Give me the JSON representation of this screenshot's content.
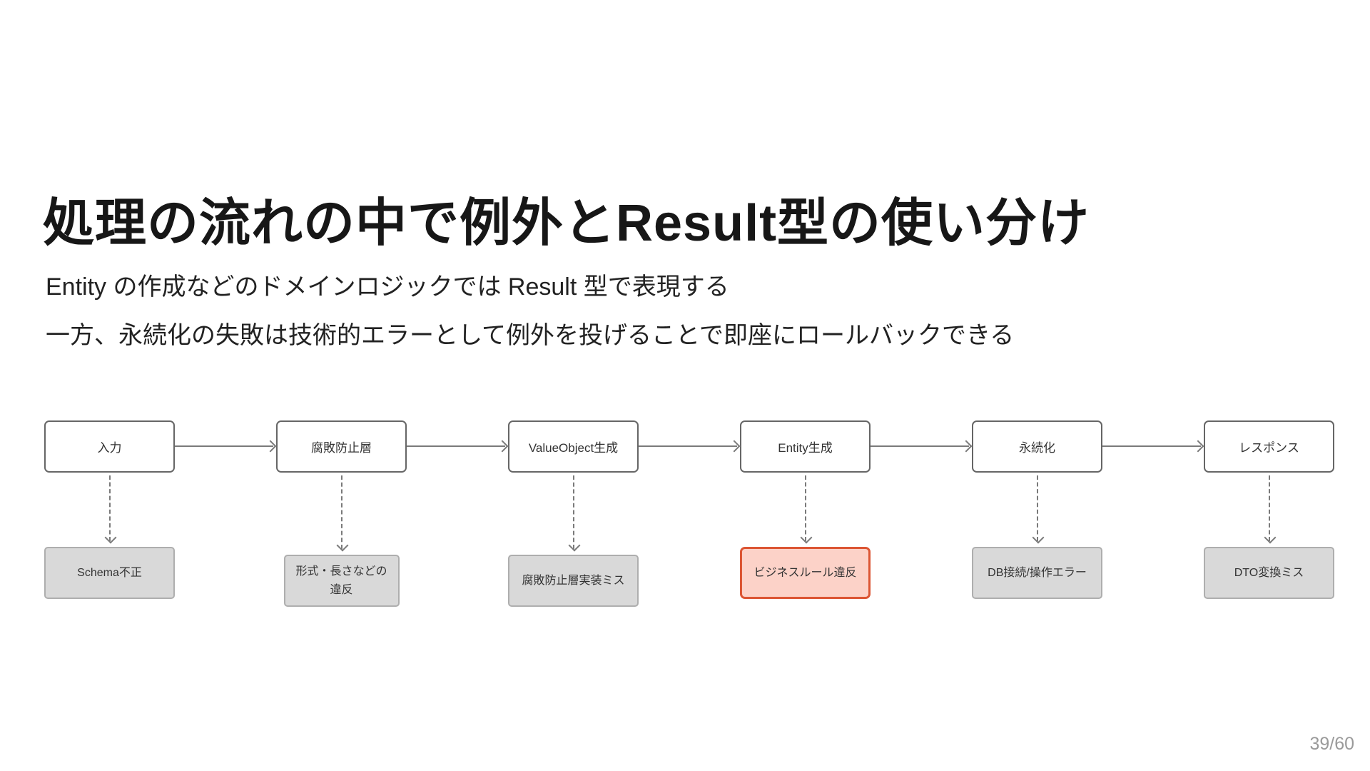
{
  "slide": {
    "title": "処理の流れの中で例外とResult型の使い分け",
    "subtitle_lines": [
      "Entity の作成などのドメインロジックでは Result 型で表現する",
      "一方、永続化の失敗は技術的エラーとして例外を投げることで即座にロールバックできる"
    ],
    "page_number": "39/60"
  },
  "theme": {
    "bg": "#ffffff",
    "title-color": "#171717",
    "body-color": "#222222",
    "node-border": "#666666",
    "node-text": "#333333",
    "arrow-color": "#7a7a7a",
    "error-fill": "#d9d9d9",
    "error-border": "#aeaeae",
    "error-highlight-fill": "#fcd2c8",
    "error-highlight-border": "#dc5533",
    "page-number-color": "#9a9a9a"
  },
  "flowchart": {
    "steps": [
      {
        "label": "入力",
        "error": "Schema不正",
        "highlight": false
      },
      {
        "label": "腐敗防止層",
        "error": "形式・長さなどの違反",
        "highlight": false
      },
      {
        "label": "ValueObject生成",
        "error": "腐敗防止層実装ミス",
        "highlight": false
      },
      {
        "label": "Entity生成",
        "error": "ビジネスルール違反",
        "highlight": true
      },
      {
        "label": "永続化",
        "error": "DB接続/操作エラー",
        "highlight": false
      },
      {
        "label": "レスポンス",
        "error": "DTO変換ミス",
        "highlight": false
      }
    ]
  }
}
